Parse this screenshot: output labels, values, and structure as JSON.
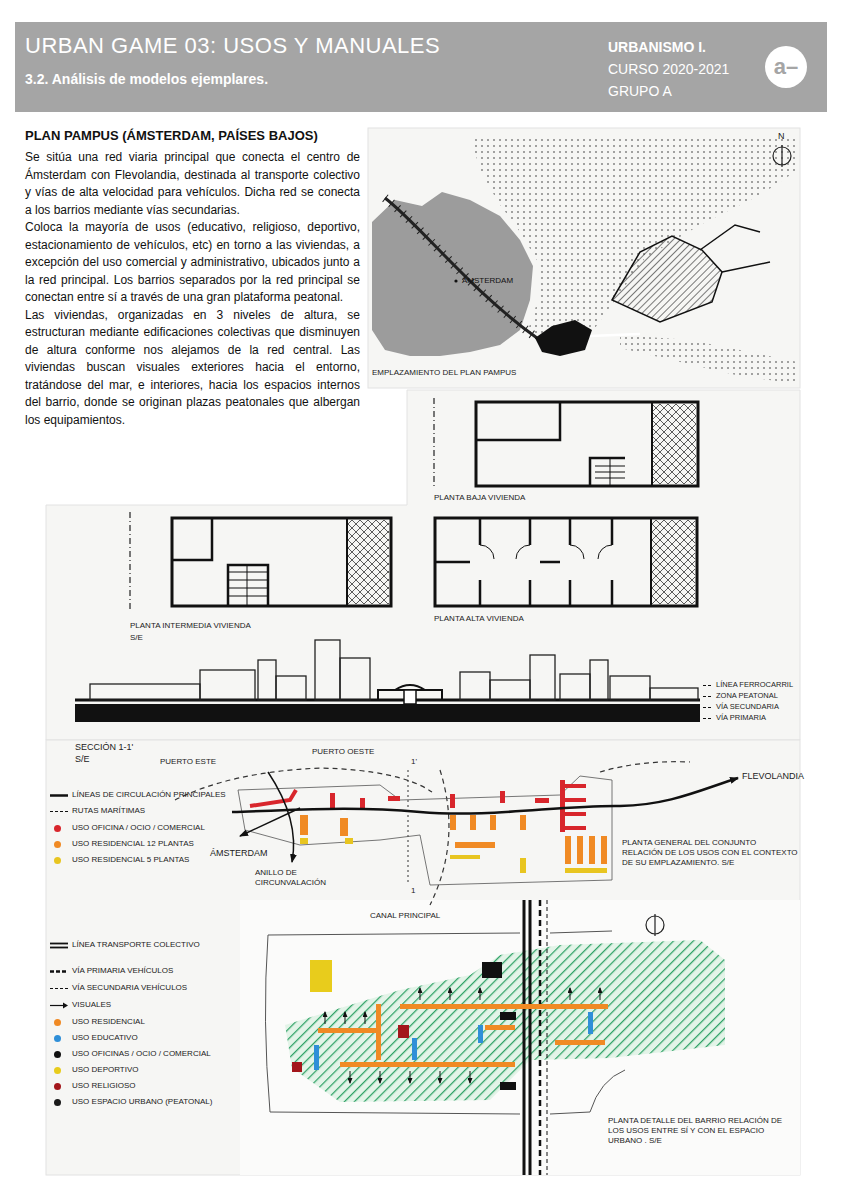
{
  "diagram": {
    "title": "URBAN GAME 03: USOS Y MANUALES",
    "nodes": [
      {
        "text": [
          "3.2. Análisis de modelos ejemplares.",
          "URBANISMO I.",
          "CURSO 2020-2021",
          "GRUPO A"
        ]
      },
      {
        "text": [
          "a–"
        ],
        "in": 0
      }
    ],
    "labels": [
      "PLAN PAMPUS (ÁMSTERDAM, PAÍSES BAJOS)",
      "Se sitúa una red viaria principal que conecta el centro de Ámsterdam con Flevolandia, destinada al transporte colectivo y vías de alta velocidad para vehículos. Dicha red se conecta a los barrios mediante vías secundarias.",
      "Coloca la mayoría de usos (educativo, religioso, deportivo, estacionamiento de vehículos, etc) en torno a las viviendas, a excepción del uso comercial y administrativo, ubicados junto a la red principal. Los barrios separados por la red principal se conectan entre sí a través de una gran plataforma peatonal.",
      "Las viviendas, organizadas en 3 niveles de altura, se estructuran mediante edificaciones colectivas que disminuyen de altura conforme nos alejamos de la red central. Las viviendas buscan visuales exteriores hacia el entorno, tratándose del mar, e interiores, hacia los espacios internos del barrio, donde se originan plazas peatonales que albergan los equipamientos.",
      "N",
      "ÁMSTERDAM",
      "EMPLAZAMIENTO DEL PLAN PAMPUS",
      "PLANTA BAJA VIVIENDA",
      "PLANTA INTERMEDIA VIVIENDA",
      "S/E",
      "PLANTA ALTA VIVIENDA",
      "SECCIÓN 1-1'",
      "S/E",
      "PUERTO ESTE",
      "PUERTO OESTE",
      "1'",
      "FLEVOLANDIA",
      "ÁMSTERDAM",
      "ANILLO DE CIRCUNVALACIÓN",
      "CANAL PRINCIPAL",
      "1",
      "PLANTA GENERAL DEL CONJUNTO RELACIÓN DE LOS USOS CON EL CONTEXTO DE SU EMPLAZAMIENTO. S/E",
      "PLANTA DETALLE DEL BARRIO RELACIÓN DE LOS USOS ENTRE SÍ Y CON EL ESPACIO URBANO . S/E"
    ],
    "legend": [
      {
        "text": "LÍNEA FERROCARRIL"
      },
      {
        "text": "ZONA PEATONAL"
      },
      {
        "text": "VÍA SECUNDARIA"
      },
      {
        "text": "VÍA PRIMARIA"
      },
      {
        "text": "LÍNEAS DE CIRCULACIÓN PRINCIPALES"
      },
      {
        "text": "RUTAS MARÍTIMAS"
      },
      {
        "text": "USO OFICINA / OCIO / COMERCIAL",
        "color": "#d8262c"
      },
      {
        "text": "USO RESIDENCIAL 12 PLANTAS",
        "color": "#f08a24"
      },
      {
        "text": "USO RESIDENCIAL 5 PLANTAS",
        "color": "#e8c520"
      },
      {
        "text": "LÍNEA TRANSPORTE COLECTIVO"
      },
      {
        "text": "VÍA PRIMARIA VEHÍCULOS"
      },
      {
        "text": "VÍA SECUNDARIA VEHÍCULOS"
      },
      {
        "text": "VISUALES"
      },
      {
        "text": "USO RESIDENCIAL",
        "color": "#f08a24"
      },
      {
        "text": "USO EDUCATIVO",
        "color": "#2f8fd8"
      },
      {
        "text": "USO OFICINAS / OCIO / COMERCIAL",
        "color": "#111111"
      },
      {
        "text": "USO DEPORTIVO",
        "color": "#e8cc1c"
      },
      {
        "text": "USO RELIGIOSO",
        "color": "#a3161b"
      },
      {
        "text": "USO ESPACIO URBANO (PEATONAL)",
        "color": "#1a1a1a"
      }
    ]
  }
}
